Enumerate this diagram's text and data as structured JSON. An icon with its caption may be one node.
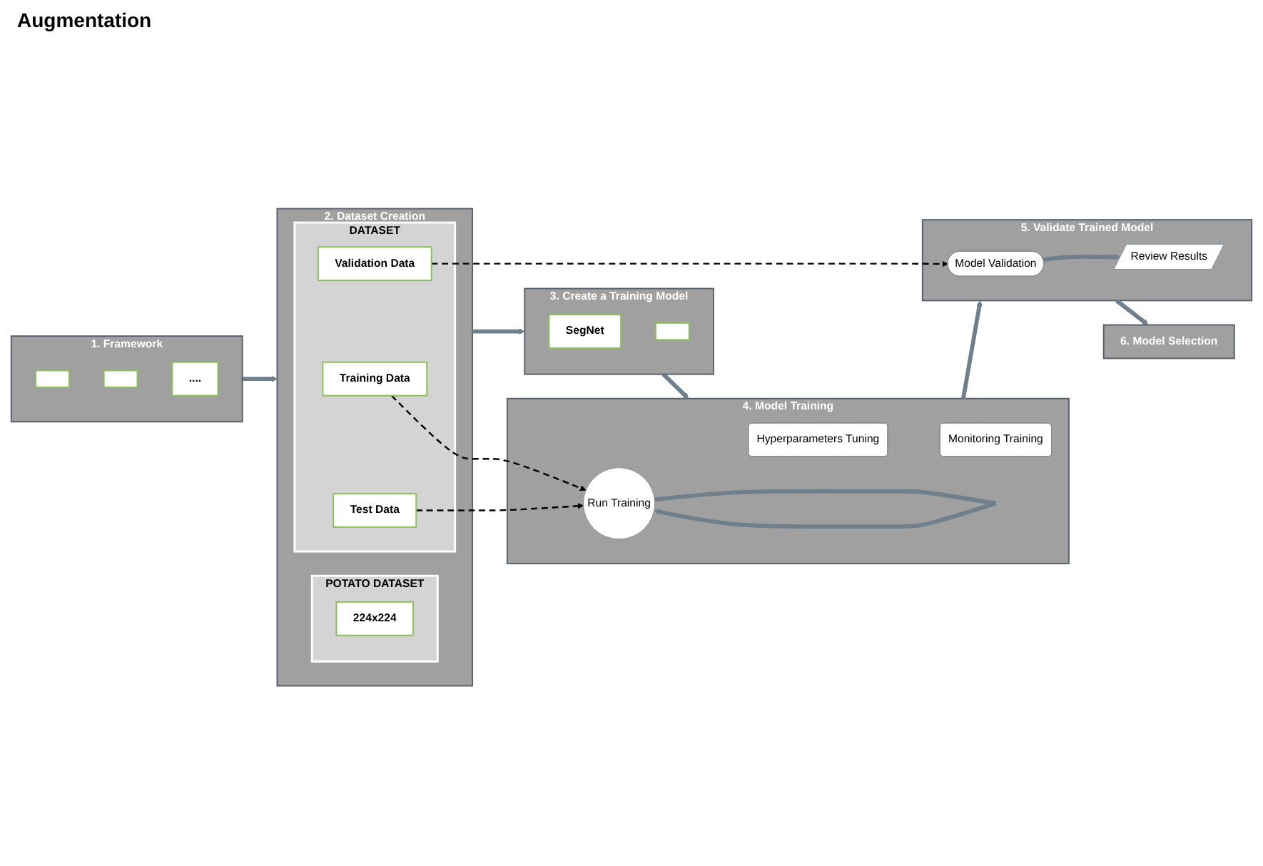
{
  "diagram": {
    "nodes": [
      {
        "text": [
          "1. Framework"
        ]
      },
      {
        "text": [],
        "shape": "box",
        "in": 0
      },
      {
        "text": [],
        "shape": "box",
        "in": 0
      },
      {
        "text": [
          "...."
        ],
        "in": 0
      },
      {
        "text": [
          "3. Create a Training Model"
        ]
      },
      {
        "text": [
          "SegNet"
        ],
        "in": 4
      },
      {
        "text": [],
        "shape": "box",
        "in": 4
      },
      {
        "text": [
          "2. Dataset Creation"
        ]
      },
      {
        "text": [
          "POTATO DATASET"
        ],
        "in": 7
      },
      {
        "text": [
          "224x224"
        ],
        "in": 8
      },
      {
        "text": [
          "DATASET"
        ],
        "in": 7
      },
      {
        "text": [
          "Training Data"
        ],
        "in": 10
      },
      {
        "text": [
          "Test Data"
        ],
        "in": 10
      },
      {
        "text": [
          "Validation Data"
        ],
        "in": 10
      },
      {
        "text": [
          "4. Model Training"
        ]
      },
      {
        "text": [
          "Hyperparameters Tuning"
        ],
        "in": 14
      },
      {
        "text": [
          "Monitoring Training"
        ],
        "in": 14
      },
      {
        "text": [
          "Run Training"
        ],
        "in": 14
      },
      {
        "text": [
          "5. Validate Trained Model"
        ]
      },
      {
        "text": [
          "Model Validation"
        ],
        "in": 18
      },
      {
        "text": [
          "Review Results"
        ],
        "in": 18
      },
      {
        "text": [
          "6. Model Selection"
        ]
      }
    ],
    "edges": [
      {
        "from": 0,
        "to": 7,
        "arrow": "to"
      },
      {
        "from": 7,
        "to": 4,
        "arrow": "to"
      },
      {
        "from": 4,
        "to": 14,
        "arrow": "to"
      },
      {
        "from": 17,
        "to": 17,
        "arrow": "to"
      },
      {
        "from": 11,
        "to": 17,
        "arrow": "to",
        "style": "dashed",
        "color": "#000000"
      },
      {
        "from": 12,
        "to": 17,
        "arrow": "to",
        "style": "dashed",
        "color": "#000000"
      },
      {
        "from": 14,
        "to": 18,
        "arrow": "to"
      },
      {
        "from": 13,
        "to": 19,
        "arrow": "to",
        "style": "dashed",
        "color": "#000000"
      },
      {
        "from": 19,
        "to": 20,
        "arrow": "to"
      },
      {
        "from": 18,
        "to": 21,
        "arrow": "to"
      }
    ],
    "labels": [
      "Augmentation"
    ]
  }
}
